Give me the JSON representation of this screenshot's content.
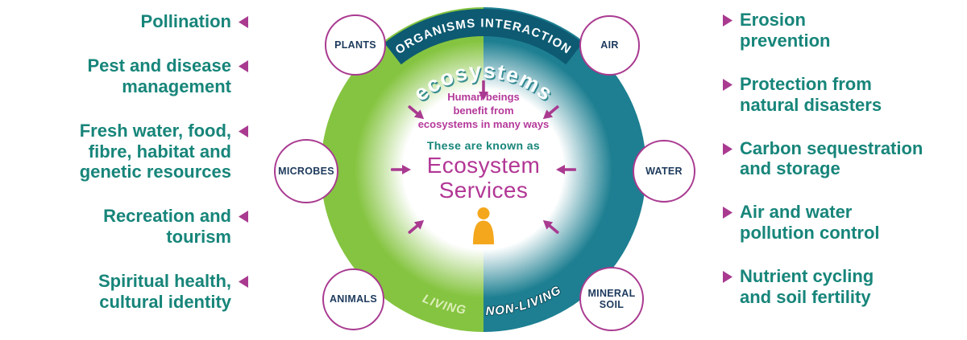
{
  "left_benefits": [
    {
      "label": [
        "Pollination"
      ]
    },
    {
      "label": [
        "Pest and disease",
        "management"
      ]
    },
    {
      "label": [
        "Fresh water, food,",
        "fibre, habitat and",
        "genetic resources"
      ]
    },
    {
      "label": [
        "Recreation and",
        "tourism"
      ]
    },
    {
      "label": [
        "Spiritual health,",
        "cultural identity"
      ]
    }
  ],
  "right_benefits": [
    {
      "label": [
        "Erosion",
        "prevention"
      ]
    },
    {
      "label": [
        "Protection from",
        "natural disasters"
      ]
    },
    {
      "label": [
        "Carbon sequestration",
        "and storage"
      ]
    },
    {
      "label": [
        "Air and water",
        "pollution control"
      ]
    },
    {
      "label": [
        "Nutrient cycling",
        "and soil fertility"
      ]
    }
  ],
  "diagram": {
    "banner": "ORGANISMS INTERACTION",
    "ring_word": "ecosystems",
    "living": "LIVING",
    "non_living": "NON-LIVING",
    "nodes": [
      {
        "label": "PLANTS"
      },
      {
        "label": "AIR"
      },
      {
        "label": "MICROBES"
      },
      {
        "label": "WATER"
      },
      {
        "label": "ANIMALS"
      },
      {
        "label": [
          "MINERAL",
          "SOIL"
        ]
      }
    ],
    "center": {
      "intro": [
        "Human beings",
        "benefit from",
        "ecosystems in many ways"
      ],
      "known_as": "These are known as",
      "title": [
        "Ecosystem",
        "Services"
      ]
    }
  },
  "icons": {
    "benefit_arrow_left": "triangle-left",
    "benefit_arrow_right": "triangle-right",
    "inward_arrow": "magenta-arrow",
    "person": "person-figure"
  },
  "colors": {
    "teal_text": "#17857a",
    "magenta": "#a93a90",
    "green_ring": "#85c440",
    "teal_ring": "#1d7f91",
    "banner_bg": "#0d5a72",
    "node_label": "#1d3a5c",
    "center_magenta": "#b4399a",
    "title_magenta": "#b23795",
    "person_orange": "#f4a71d"
  }
}
